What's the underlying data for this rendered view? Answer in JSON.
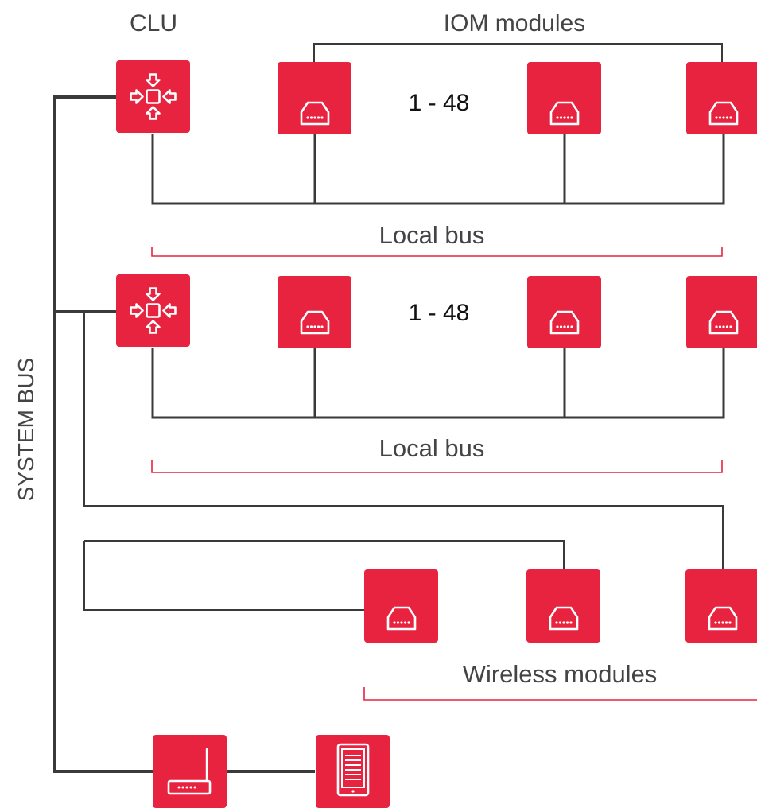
{
  "labels": {
    "clu": "CLU",
    "iom_modules": "IOM modules",
    "range_1": "1 - 48",
    "range_2": "1 - 48",
    "local_bus_1": "Local bus",
    "local_bus_2": "Local bus",
    "wireless_modules": "Wireless modules",
    "system_bus": "SYSTEM BUS"
  },
  "colors": {
    "module_red": "#e8233f",
    "bracket_red": "#e8233f",
    "bus_line": "#3a3a3a"
  },
  "icons": {
    "clu": "clu-arrows-icon",
    "module": "module-connector-icon",
    "router": "router-icon",
    "tablet": "tablet-icon"
  }
}
